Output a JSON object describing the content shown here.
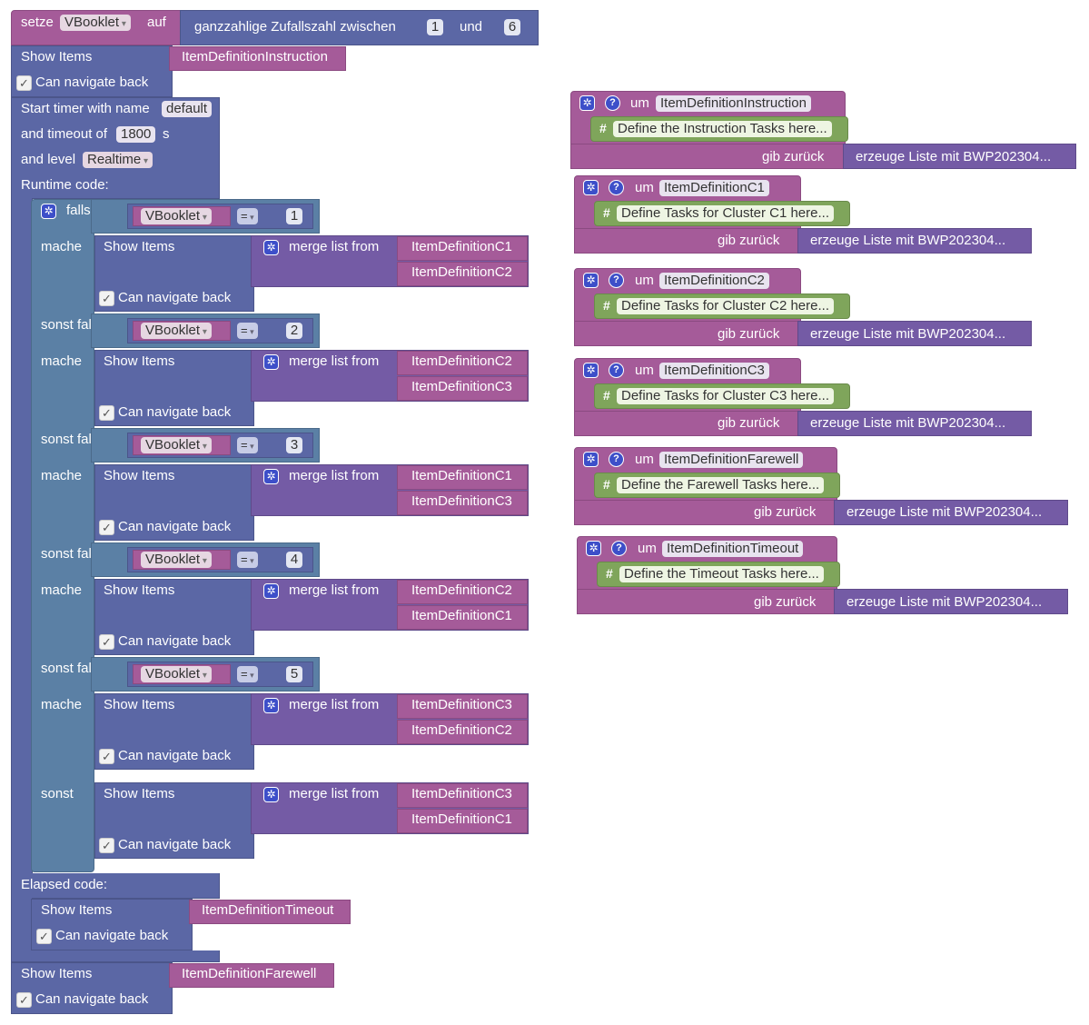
{
  "setze_block": {
    "setze": "setze",
    "variable": "VBooklet",
    "auf": "auf",
    "random_label": "ganzzahlige Zufallszahl zwischen",
    "min": "1",
    "und": "und",
    "max": "6"
  },
  "top_show": {
    "label": "Show Items",
    "item": "ItemDefinitionInstruction",
    "nav_label": "Can navigate back"
  },
  "timer": {
    "start_label": "Start timer with name",
    "name_value": "default",
    "timeout_label": "and timeout of",
    "timeout_value": "1800",
    "timeout_unit": "s",
    "level_label": "and level",
    "level_value": "Realtime",
    "runtime_label": "Runtime code:",
    "elapsed_label": "Elapsed code:"
  },
  "if_block": {
    "falls": "falls",
    "sonst_falls": "sonst falls",
    "mache": "mache",
    "sonst": "sonst",
    "var": "VBooklet",
    "op": "=",
    "show_label": "Show Items",
    "merge_label": "merge list from",
    "nav_label": "Can navigate back",
    "branches": [
      {
        "value": "1",
        "lists": [
          "ItemDefinitionC1",
          "ItemDefinitionC2"
        ]
      },
      {
        "value": "2",
        "lists": [
          "ItemDefinitionC2",
          "ItemDefinitionC3"
        ]
      },
      {
        "value": "3",
        "lists": [
          "ItemDefinitionC1",
          "ItemDefinitionC3"
        ]
      },
      {
        "value": "4",
        "lists": [
          "ItemDefinitionC2",
          "ItemDefinitionC1"
        ]
      },
      {
        "value": "5",
        "lists": [
          "ItemDefinitionC3",
          "ItemDefinitionC2"
        ]
      },
      {
        "lists": [
          "ItemDefinitionC3",
          "ItemDefinitionC1"
        ]
      }
    ]
  },
  "elapsed_show": {
    "label": "Show Items",
    "item": "ItemDefinitionTimeout",
    "nav_label": "Can navigate back"
  },
  "bottom_show": {
    "label": "Show Items",
    "item": "ItemDefinitionFarewell",
    "nav_label": "Can navigate back"
  },
  "functions": [
    {
      "um": "um",
      "name": "ItemDefinitionInstruction",
      "comment": "Define the Instruction Tasks here...",
      "return_label": "gib zurück",
      "return_value": "erzeuge Liste mit BWP202304..."
    },
    {
      "um": "um",
      "name": "ItemDefinitionC1",
      "comment": "Define Tasks for Cluster C1 here...",
      "return_label": "gib zurück",
      "return_value": "erzeuge Liste mit BWP202304..."
    },
    {
      "um": "um",
      "name": "ItemDefinitionC2",
      "comment": "Define Tasks for Cluster C2 here...",
      "return_label": "gib zurück",
      "return_value": "erzeuge Liste mit BWP202304..."
    },
    {
      "um": "um",
      "name": "ItemDefinitionC3",
      "comment": "Define Tasks for Cluster C3 here...",
      "return_label": "gib zurück",
      "return_value": "erzeuge Liste mit BWP202304..."
    },
    {
      "um": "um",
      "name": "ItemDefinitionFarewell",
      "comment": "Define the Farewell Tasks here...",
      "return_label": "gib zurück",
      "return_value": "erzeuge Liste mit BWP202304..."
    },
    {
      "um": "um",
      "name": "ItemDefinitionTimeout",
      "comment": "Define the Timeout Tasks here...",
      "return_label": "gib zurück",
      "return_value": "erzeuge Liste mit BWP202304..."
    }
  ],
  "icons": {
    "gear": "gear-icon",
    "help": "help-icon",
    "checkbox": "checkbox-icon",
    "comment": "hash-icon"
  },
  "colors": {
    "variable": "#a55b99",
    "control": "#5b80a5",
    "items": "#5b67a5",
    "list": "#745ba5",
    "comment": "#7fa55b"
  }
}
